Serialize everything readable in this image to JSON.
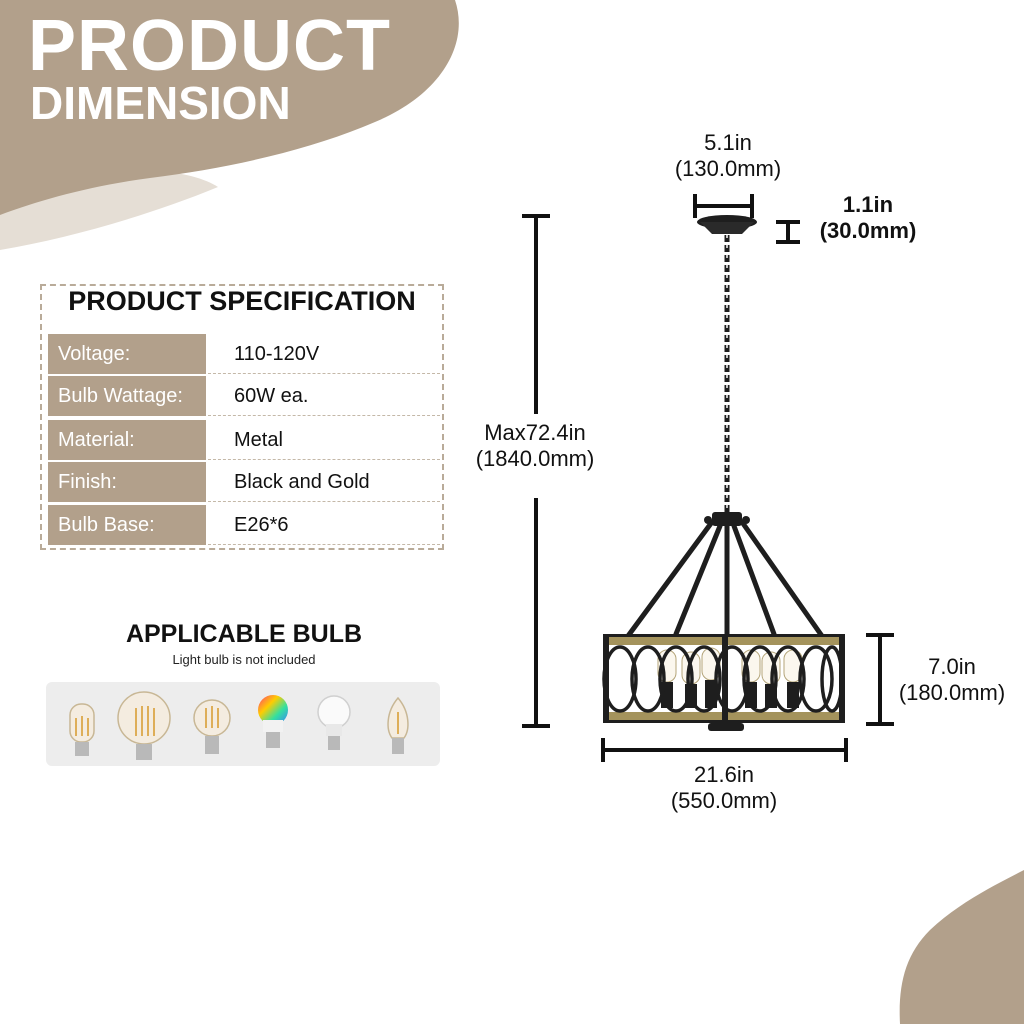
{
  "header": {
    "title_line1": "PRODUCT",
    "title_line2": "DIMENSION"
  },
  "specification": {
    "title": "PRODUCT SPECIFICATION",
    "rows": [
      {
        "label": "Voltage:",
        "value": "110-120V"
      },
      {
        "label": "Bulb Wattage:",
        "value": "60W ea."
      },
      {
        "label": "Material:",
        "value": "Metal"
      },
      {
        "label": "Finish:",
        "value": "Black and Gold"
      },
      {
        "label": "Bulb Base:",
        "value": "E26*6"
      }
    ]
  },
  "bulbs": {
    "title": "APPLICABLE BULB",
    "subtitle": "Light bulb is not included",
    "icons": [
      "tubular-bulb-icon",
      "globe-bulb-icon",
      "edison-bulb-icon",
      "rgb-smart-bulb-icon",
      "led-bulb-icon",
      "candle-bulb-icon"
    ]
  },
  "dimensions": {
    "canopy_width": {
      "in": "5.1in",
      "mm": "(130.0mm)"
    },
    "canopy_height": {
      "in": "1.1in",
      "mm": "(30.0mm)"
    },
    "max_height": {
      "in": "Max72.4in",
      "mm": "(1840.0mm)"
    },
    "cage_height": {
      "in": "7.0in",
      "mm": "(180.0mm)"
    },
    "cage_width": {
      "in": "21.6in",
      "mm": "(550.0mm)"
    }
  },
  "colors": {
    "accent": "#b2a08b",
    "light_accent": "#e5ded5",
    "metal_black": "#1e1e1e",
    "gold": "#a4935c"
  }
}
